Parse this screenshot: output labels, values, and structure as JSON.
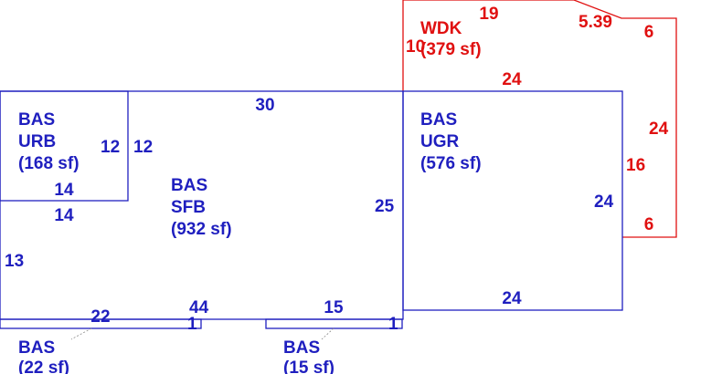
{
  "colors": {
    "base_area": "#1f1fbf",
    "deck": "#e01010"
  },
  "areas": {
    "urb": {
      "code": "BAS",
      "name": "URB",
      "size": "(168 sf)"
    },
    "sfb": {
      "code": "BAS",
      "name": "SFB",
      "size": "(932 sf)"
    },
    "ugr": {
      "code": "BAS",
      "name": "UGR",
      "size": "(576 sf)"
    },
    "wdk": {
      "code": "WDK",
      "size": "(379 sf)"
    },
    "small_left": {
      "code": "BAS",
      "size": "(22 sf)"
    },
    "small_right": {
      "code": "BAS",
      "size": "(15 sf)"
    }
  },
  "dimensions": {
    "sfb_top": "30",
    "urb_right_a": "12",
    "urb_right_b": "12",
    "urb_bottom_a": "14",
    "urb_bottom_b": "14",
    "sfb_left": "13",
    "sfb_right": "25",
    "sfb_bottom_mid": "44",
    "small_left_len": "22",
    "small_left_h": "1",
    "small_right_len": "15",
    "small_right_h": "1",
    "ugr_bottom": "24",
    "ugr_right": "24",
    "ugr_top": "24",
    "wdk_left": "10",
    "wdk_top": "19",
    "wdk_diag": "5.39",
    "wdk_top_right": "6",
    "wdk_right": "24",
    "wdk_step": "16",
    "wdk_bottom_right": "6"
  }
}
